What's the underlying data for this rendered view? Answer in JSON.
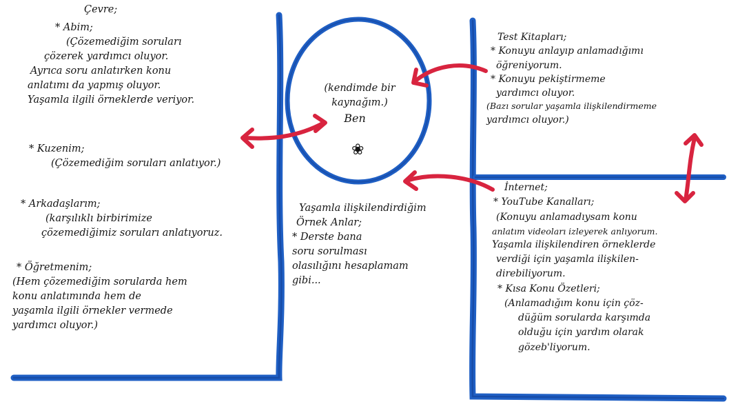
{
  "left_panel": {
    "title": "Çevre;",
    "items": [
      {
        "head": "* Abim;",
        "lines": [
          "(Çözemediğim soruları",
          "çözerek yardımcı oluyor.",
          "Ayrıca soru anlatırken konu",
          "anlatımı da yapmış oluyor.",
          "Yaşamla ilgili örneklerde veriyor."
        ]
      },
      {
        "head": "* Kuzenim;",
        "lines": [
          "(Çözemediğim soruları anlatıyor.)"
        ]
      },
      {
        "head": "* Arkadaşlarım;",
        "lines": [
          "(karşılıklı birbirimize",
          "çözemediğimiz soruları anlatıyoruz."
        ]
      },
      {
        "head": "* Öğretmenim;",
        "lines": [
          "(Hem çözemediğim sorularda hem",
          "konu anlatımında hem de",
          "yaşamla ilgili örnekler vermede",
          "yardımcı oluyor.)"
        ]
      }
    ]
  },
  "center": {
    "circle_text": [
      "(kendimde bir",
      "kaynağım.)",
      "Ben"
    ],
    "flower": "❀",
    "examples": [
      "Yaşamla ilişkilendirdiğim",
      "Örnek Anlar;",
      "* Derste bana",
      "soru sorulması",
      "olasılığını hesaplamam",
      "gibi..."
    ]
  },
  "test_books": {
    "title": "Test Kitapları;",
    "lines": [
      "* Konuyu anlayıp anlamadığımı",
      "öğreniyorum.",
      "* Konuyu pekiştirmeme",
      "yardımcı oluyor.",
      "(Bazı sorular yaşamla ilişkilendirmeme",
      "yardımcı oluyor.)"
    ]
  },
  "internet": {
    "title": "İnternet;",
    "lines": [
      "* YouTube Kanalları;",
      "(Konuyu anlamadıysam konu",
      "anlatım videoları izleyerek anlıyorum.",
      "Yaşamla ilişkilendiren örneklerde",
      "verdiği için yaşamla ilişkilen-",
      "direbiliyorum.",
      "* Kısa Konu Özetleri;",
      "(Anlamadığım konu için çöz-",
      "düğüm sorularda karşımda",
      "olduğu için yardım olarak",
      "gözeb'liyorum."
    ]
  },
  "colors": {
    "blue": "#1f5fc4",
    "blue_dark": "#123f96",
    "red": "#d8243f",
    "ink": "#151515"
  }
}
